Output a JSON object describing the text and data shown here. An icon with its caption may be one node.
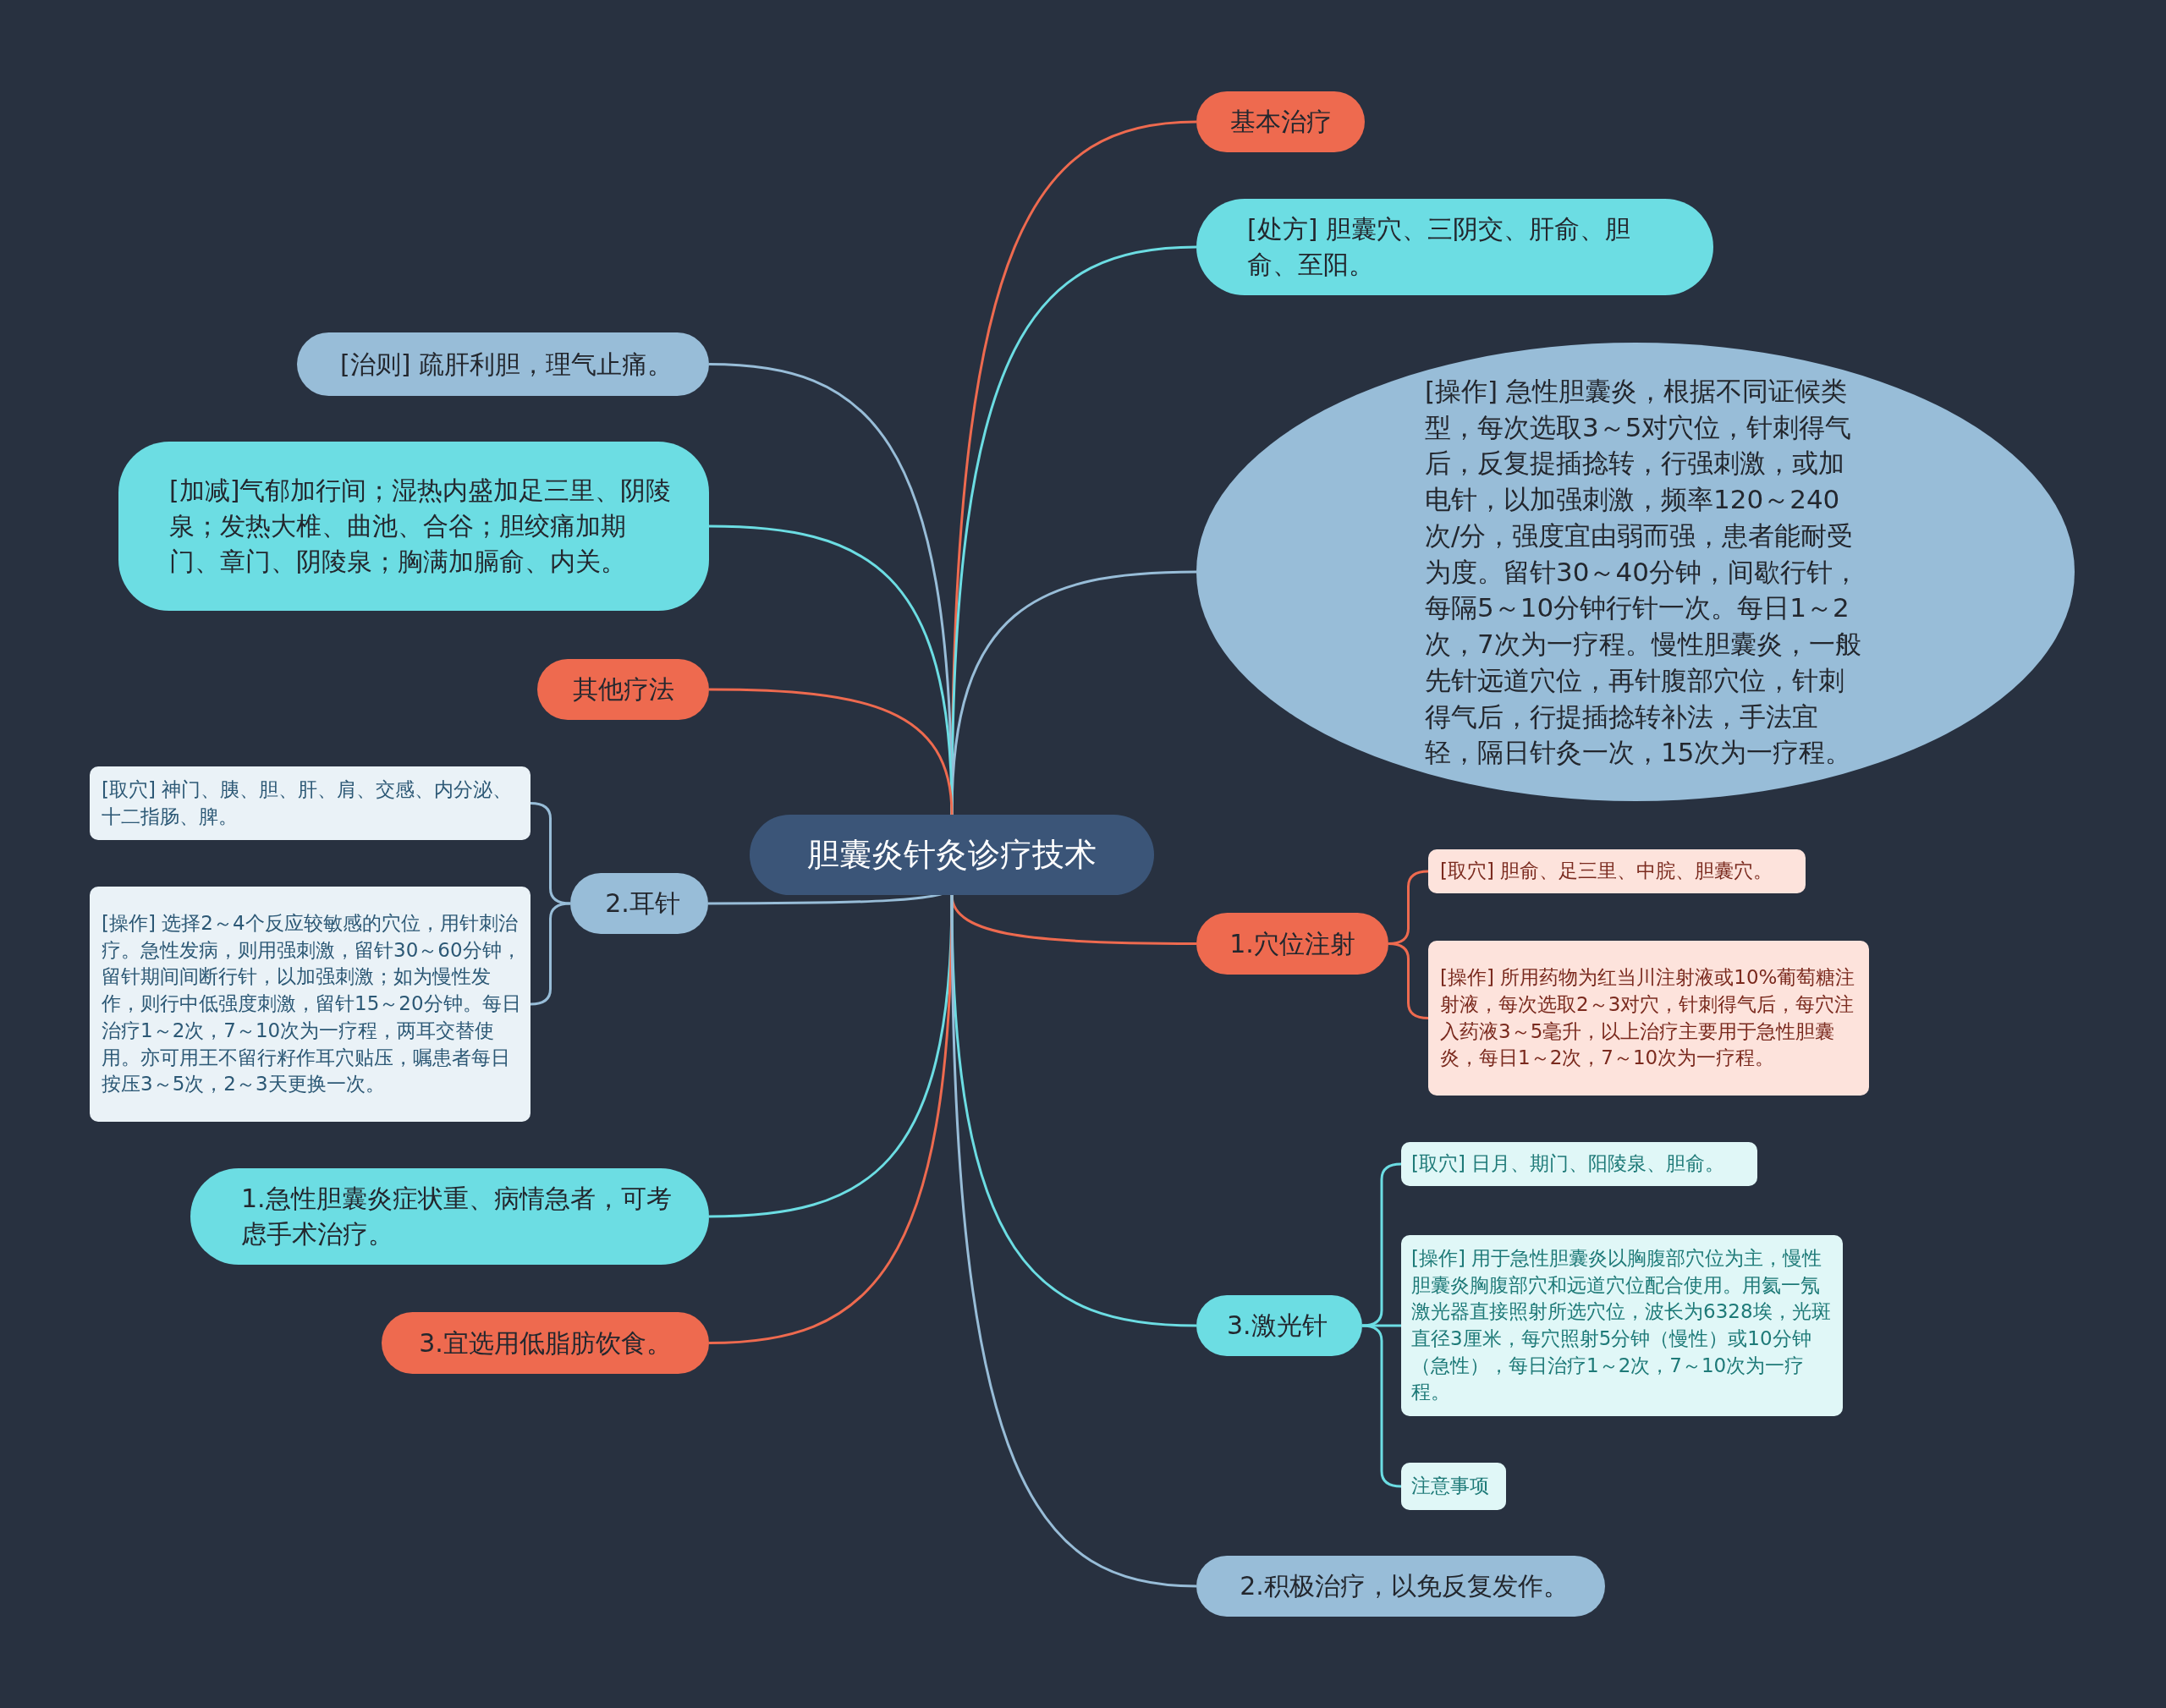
{
  "diagram": {
    "nodes": [
      {
        "text": [
          "胆囊炎针灸诊疗技术"
        ]
      },
      {
        "text": [
          "基本治疗"
        ]
      },
      {
        "text": [
          "[处方] 胆囊穴、三阴交、肝俞、胆俞、至阳。"
        ]
      },
      {
        "text": [
          "[操作] 急性胆囊炎，根据不同证候类型，每次选取3～5对穴位，针刺得气后，反复提插捻转，行强刺激，或加电针，以加强刺激，频率120～240次/分，强度宜由弱而强，患者能耐受为度。留针30～40分钟，间歇行针，每隔5～10分钟行针一次。每日1～2次，7次为一疗程。慢性胆囊炎，一般先针远道穴位，再针腹部穴位，针刺得气后，行提插捻转补法，手法宜轻，隔日针灸一次，15次为一疗程。"
        ]
      },
      {
        "text": [
          "[治则] 疏肝利胆，理气止痛。"
        ]
      },
      {
        "text": [
          "[加减]气郁加行间；湿热内盛加足三里、阴陵泉；发热大椎、曲池、合谷；胆绞痛加期门、章门、阴陵泉；胸满加膈俞、内关。"
        ]
      },
      {
        "text": [
          "其他疗法"
        ]
      },
      {
        "text": [
          "2.耳针"
        ]
      },
      {
        "text": [
          "[取穴] 神门、胰、胆、肝、肩、交感、内分泌、十二指肠、脾。"
        ]
      },
      {
        "text": [
          "[操作] 选择2～4个反应较敏感的穴位，用针刺治疗。急性发病，则用强刺激，留针30～60分钟，留针期间间断行针，以加强刺激；如为慢性发作，则行中低强度刺激，留针15～20分钟。每日治疗1～2次，7～10次为一疗程，两耳交替使用。亦可用王不留行籽作耳穴贴压，嘱患者每日按压3～5次，2～3天更换一次。"
        ]
      },
      {
        "text": [
          "1.急性胆囊炎症状重、病情急者，可考虑手术治疗。"
        ]
      },
      {
        "text": [
          "3.宜选用低脂肪饮食。"
        ]
      },
      {
        "text": [
          "1.穴位注射"
        ]
      },
      {
        "text": [
          "[取穴] 胆俞、足三里、中脘、胆囊穴。"
        ]
      },
      {
        "text": [
          "[操作] 所用药物为红当川注射液或10%葡萄糖注射液，每次选取2～3对穴，针刺得气后，每穴注入药液3～5毫升，以上治疗主要用于急性胆囊炎，每日1～2次，7～10次为一疗程。"
        ]
      },
      {
        "text": [
          "3.激光针"
        ]
      },
      {
        "text": [
          "[取穴] 日月、期门、阳陵泉、胆俞。"
        ]
      },
      {
        "text": [
          "[操作] 用于急性胆囊炎以胸腹部穴位为主，慢性胆囊炎胸腹部穴和远道穴位配合使用。用氦一氖激光器直接照射所选穴位，波长为6328埃，光斑直径3厘米，每穴照射5分钟（慢性）或10分钟（急性），每日治疗1～2次，7～10次为一疗程。"
        ]
      },
      {
        "text": [
          "注意事项"
        ]
      },
      {
        "text": [
          "2.积极治疗，以免反复发作。"
        ]
      }
    ],
    "edges": [
      {
        "from": 0,
        "to": 1,
        "arrow": "none",
        "color": "#ee6a4f"
      },
      {
        "from": 0,
        "to": 2,
        "arrow": "none"
      },
      {
        "from": 0,
        "to": 3,
        "arrow": "none",
        "color": "#98bdd8"
      },
      {
        "from": 0,
        "to": 4,
        "arrow": "none",
        "color": "#98bdd8"
      },
      {
        "from": 0,
        "to": 5,
        "arrow": "none"
      },
      {
        "from": 0,
        "to": 6,
        "arrow": "none",
        "color": "#ee6a4f"
      },
      {
        "from": 0,
        "to": 7,
        "arrow": "none",
        "color": "#98bdd8"
      },
      {
        "from": 7,
        "to": 8,
        "arrow": "none",
        "color": "#98bdd8"
      },
      {
        "from": 7,
        "to": 9,
        "arrow": "none",
        "color": "#98bdd8"
      },
      {
        "from": 0,
        "to": 10,
        "arrow": "none"
      },
      {
        "from": 0,
        "to": 11,
        "arrow": "none",
        "color": "#ee6a4f"
      },
      {
        "from": 0,
        "to": 12,
        "arrow": "none",
        "color": "#ee6a4f"
      },
      {
        "from": 12,
        "to": 13,
        "arrow": "none",
        "color": "#ee6a4f"
      },
      {
        "from": 12,
        "to": 14,
        "arrow": "none",
        "color": "#ee6a4f"
      },
      {
        "from": 0,
        "to": 15,
        "arrow": "none"
      },
      {
        "from": 15,
        "to": 16,
        "arrow": "none"
      },
      {
        "from": 15,
        "to": 17,
        "arrow": "none"
      },
      {
        "from": 15,
        "to": 18,
        "arrow": "none"
      },
      {
        "from": 0,
        "to": 19,
        "arrow": "none",
        "color": "#98bdd8"
      }
    ]
  }
}
